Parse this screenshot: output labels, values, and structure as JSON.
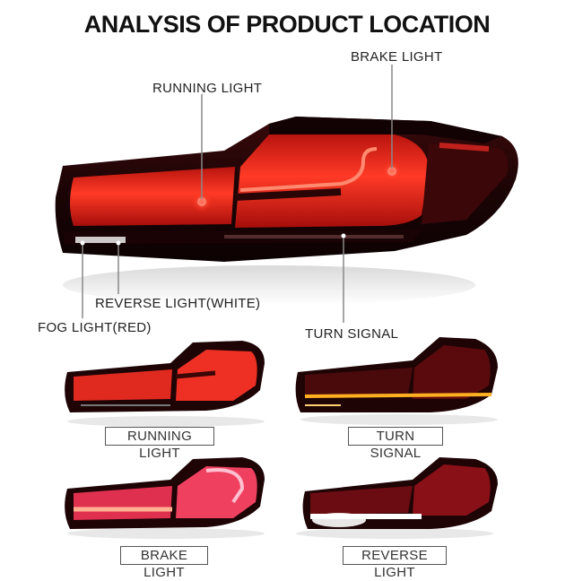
{
  "title": "ANALYSIS OF PRODUCT LOCATION",
  "callouts": {
    "brake": "BRAKE LIGHT",
    "running": "RUNNING LIGHT",
    "reverse": "REVERSE LIGHT(WHITE)",
    "fog": "FOG LIGHT(RED)",
    "turn": "TURN SIGNAL"
  },
  "variants": [
    {
      "label": "RUNNING LIGHT"
    },
    {
      "label": "TURN SIGNAL"
    },
    {
      "label": "BRAKE LIGHT"
    },
    {
      "label": "REVERSE LIGHT"
    }
  ],
  "colors": {
    "lens_dark": "#2a0608",
    "lens_red": "#e4201c",
    "glow": "#ff5040",
    "amber": "#ffb020",
    "pink": "#ff7aa0",
    "white_light": "#ffffff"
  }
}
